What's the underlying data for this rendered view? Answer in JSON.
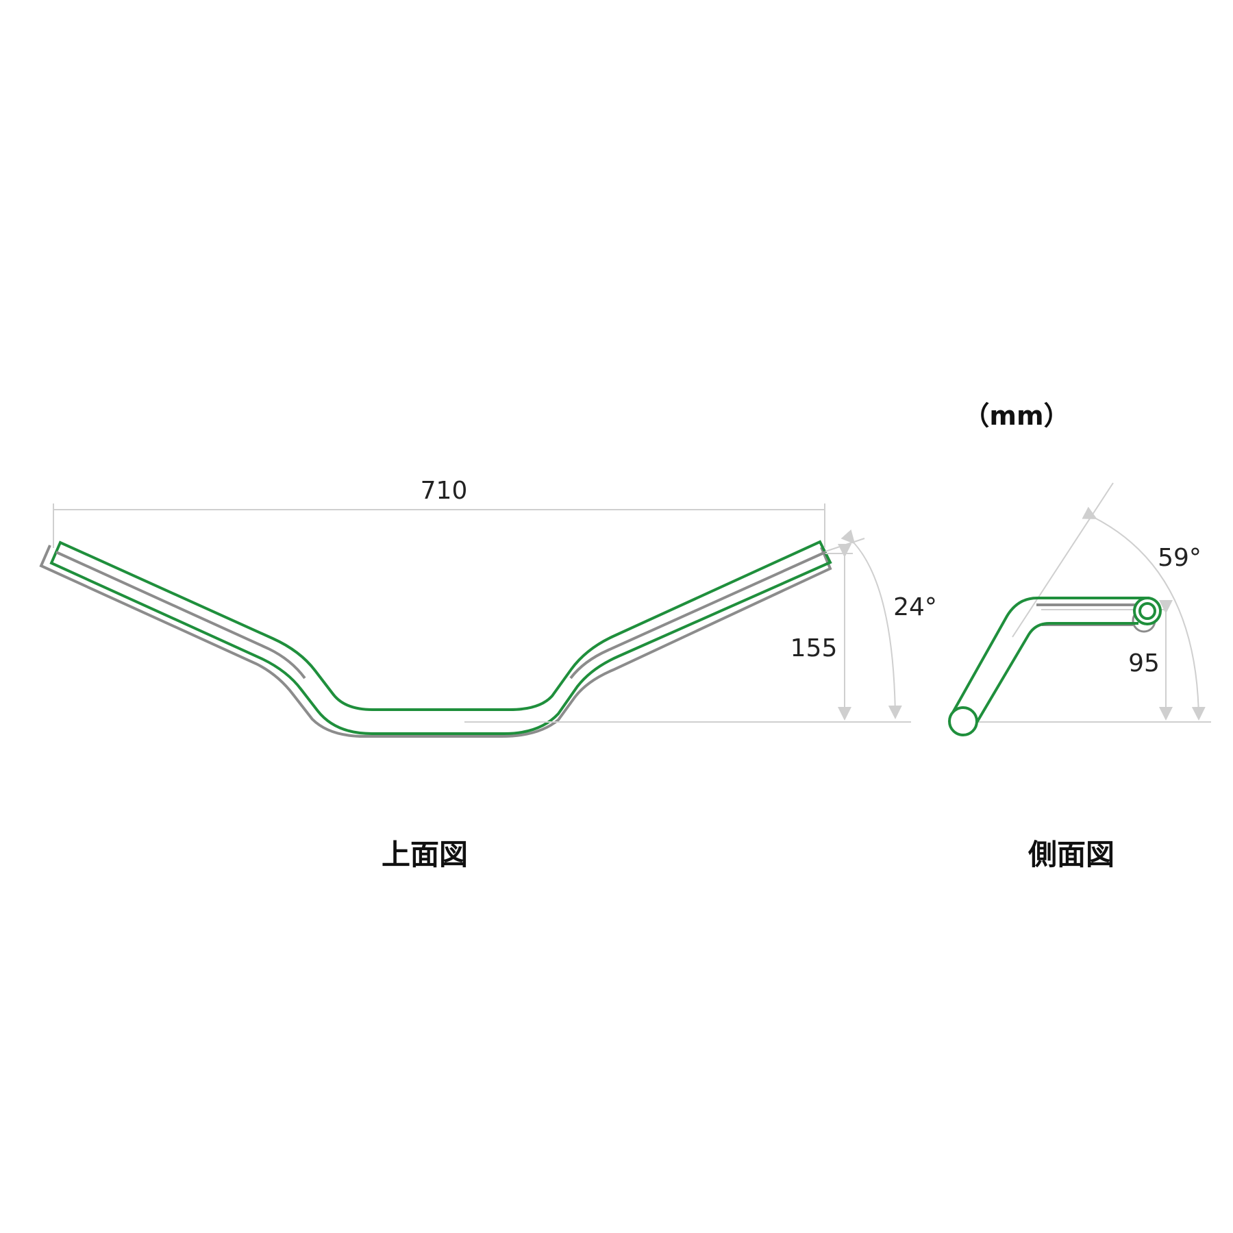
{
  "unit_label": "（mm）",
  "top_view": {
    "caption": "上面図",
    "width_value": "710",
    "height_value": "155",
    "angle_value": "24°"
  },
  "side_view": {
    "caption": "側面図",
    "angle_value": "59°",
    "height_value": "95"
  },
  "colors": {
    "outline_green": "#1f8f3c",
    "outline_gray": "#8c8c8c",
    "dimension_line": "#cfcfcf"
  }
}
